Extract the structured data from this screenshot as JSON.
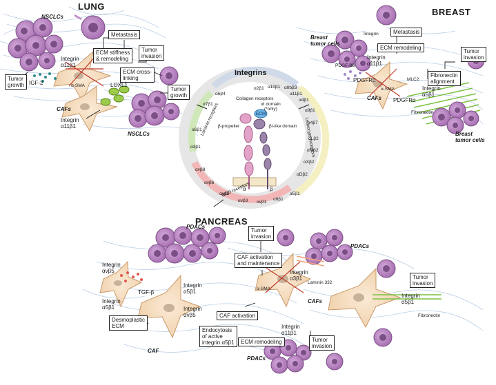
{
  "regions": {
    "lung": "LUNG",
    "breast": "BREAST",
    "pancreas": "PANCREAS"
  },
  "center": {
    "title": "Integrins",
    "ring_labels": [
      "αIIbβ3",
      "α2β1",
      "α10β1",
      "α11β1",
      "α4β1",
      "α9β1",
      "α4β7",
      "αLβ2",
      "αMβ2",
      "αXβ2",
      "αDβ2",
      "α5β1",
      "α8β1",
      "αvβ1",
      "αvβ3",
      "αvβ5",
      "αvβ6",
      "αvβ8",
      "α3β1",
      "α6β1",
      "α7β1",
      "α6β4"
    ],
    "sectors": {
      "collagen": "Collagen receptors",
      "leukocyte": "Leukocyte receptors",
      "rgd": "RGD receptors",
      "laminin": "Laminin receptors"
    },
    "structure": {
      "alpha_i": "αI domain\n(*only)",
      "ecm": "ECM",
      "beta_propeller": "β-propeller",
      "beta_i": "βI-like domain",
      "alpha": "α",
      "beta": "β"
    }
  },
  "lung": {
    "nsclc_top": "NSCLCs",
    "nsclc_bottom": "NSCLCs",
    "metastasis": "Metastasis",
    "ecm_stiffness": "ECM stiffness\n& remodeling",
    "tumor_invasion": "Tumor\ninvasion",
    "ecm_crosslinking": "ECM cross-\nlinking",
    "tumor_growth_left": "Tumor\ngrowth",
    "tumor_growth_right": "Tumor\ngrowth",
    "integrin_top": "Integrin\nα11β1",
    "integrin_bottom": "Integrin\nα11β1",
    "igf2": "IGF-2",
    "asma": "α-SMA",
    "loxl1": "LOXL1",
    "cafs": "CAFs"
  },
  "breast": {
    "tumor_cells_top": "Breast\ntumor cells",
    "tumor_cells_bottom": "Breast\ntumor cells",
    "integrin_small": "Integrin",
    "metastasis": "Metastasis",
    "ecm_remodeling": "ECM remodeling",
    "tumor_invasion": "Tumor\ninvasion",
    "pdgf_bb": "PDGF-BB",
    "integrin_a11b1": "Integrin\nα11β1",
    "pdgfrb": "PDGFRβ",
    "mlc2": "MLC2",
    "fibronectin_alignment": "Fibronectin\nalignment",
    "asma": "α-SMA",
    "integrin_a5b1": "Integrin\nα5β1",
    "pdgfra": "PDGFRα",
    "cafs": "CAFs",
    "fibronectin": "Fibronectin"
  },
  "pancreas": {
    "pdacs_top": "PDACs",
    "pdacs_right": "PDACs",
    "pdacs_bottom": "PDACs",
    "tumor_invasion_top": "Tumor\ninvasion",
    "caf_activation_maintenance": "CAF activation\nand maintenance",
    "integrin_a3b1": "Integrin\nα3β1",
    "laminin332": "Laminin 332",
    "asma": "α-SMA",
    "cafs": "CAFs",
    "integrin_avb5_left": "Integrin\nαvβ5",
    "integrin_a5b1_left": "Integrin\nα5β1",
    "tgfb": "TGF-β",
    "desmoplastic": "Desmoplastic\nECM",
    "integrin_a5b1_center": "Integrin\nα5β1",
    "integrin_avb5_center": "Integrin\nαvβ5",
    "caf_activation": "CAF activation",
    "endocytosis": "Endocytosis\nof active\nintegrin α5β1",
    "caf": "CAF",
    "integrin_a11b1": "Integrin\nα11β1",
    "ecm_remodeling": "ECM remodeling",
    "tumor_invasion_bottom": "Tumor\ninvasion",
    "tumor_invasion_right": "Tumor\ninvasion",
    "integrin_a5b1_right": "Integrin\nα5β1",
    "fibronectin": "Fibronectin"
  },
  "colors": {
    "tumor": "#b77fbf",
    "tumor_dark": "#7a4f86",
    "caf": "#f3d7b6",
    "caf_stroke": "#c89a6a",
    "fiber": "#b9cde6",
    "collagen": "#5e7fa5",
    "leukocyte": "#f4f0c2",
    "rgd": "#f2b6b6",
    "laminin": "#cfe7b9"
  }
}
